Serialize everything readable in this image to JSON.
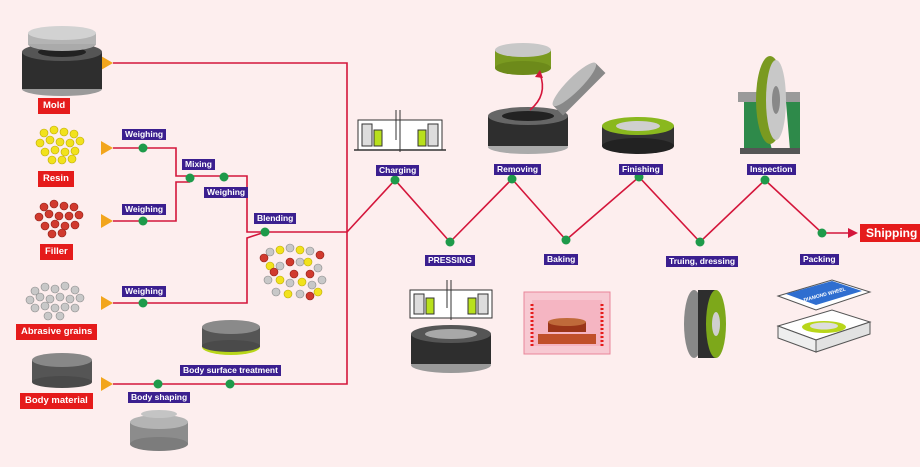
{
  "inputs": {
    "mold": "Mold",
    "resin": "Resin",
    "filler": "Filler",
    "abrasive": "Abrasive grains",
    "body": "Body material"
  },
  "steps": {
    "weighing_resin": "Weighing",
    "weighing_filler": "Weighing",
    "mixing": "Mixing",
    "weighing_mix": "Weighing",
    "blending": "Blending",
    "weighing_abrasive": "Weighing",
    "body_shaping": "Body shaping",
    "body_surface": "Body surface treatment",
    "charging": "Charging",
    "pressing": "PRESSING",
    "removing": "Removing",
    "baking": "Baking",
    "finishing": "Finishing",
    "truing": "Truing, dressing",
    "inspection": "Inspection",
    "packing": "Packing",
    "shipping": "Shipping"
  },
  "product_box_text": "DIAMOND WHEEL",
  "colors": {
    "line": "#d4163b",
    "node": "#1e9a4a",
    "label_bg": "#3b1f8f",
    "input_bg": "#e51b1b",
    "arrow": "#f2a51c",
    "background": "#fdeeee"
  }
}
